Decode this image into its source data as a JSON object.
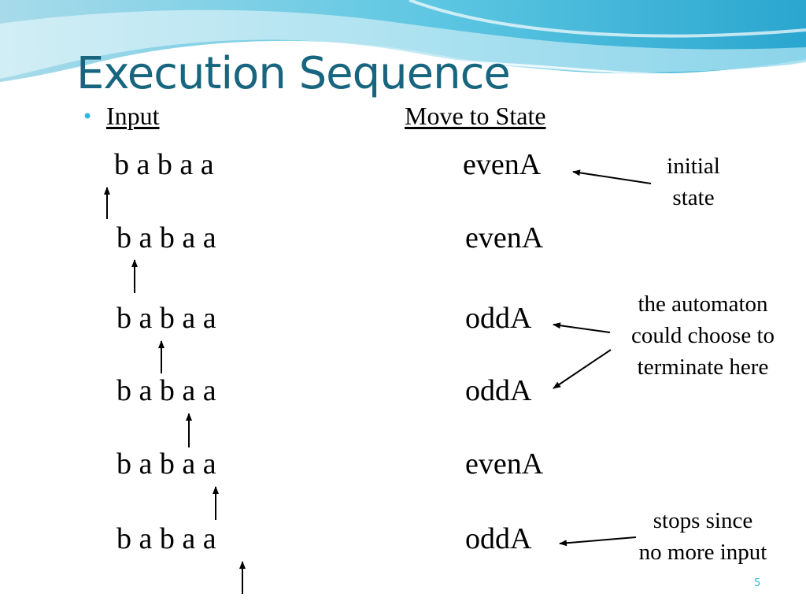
{
  "title": "Execution Sequence",
  "headers": {
    "input": "Input",
    "state": "Move to State"
  },
  "steps": [
    {
      "input": "b a b a a",
      "state": "evenA"
    },
    {
      "input": "b a b a a",
      "state": "evenA"
    },
    {
      "input": "b a b a a",
      "state": "oddA"
    },
    {
      "input": "b a b a a",
      "state": "oddA"
    },
    {
      "input": "b a b a a",
      "state": "evenA"
    },
    {
      "input": "b a b a a",
      "state": "oddA"
    }
  ],
  "notes": {
    "initial": [
      "initial",
      "state"
    ],
    "terminate": [
      "the automaton",
      "could choose to",
      "terminate here"
    ],
    "stops": [
      "stops since",
      "no more input"
    ]
  },
  "page_number": "5",
  "colors": {
    "title": "#17657f",
    "accent": "#31b6e0"
  }
}
